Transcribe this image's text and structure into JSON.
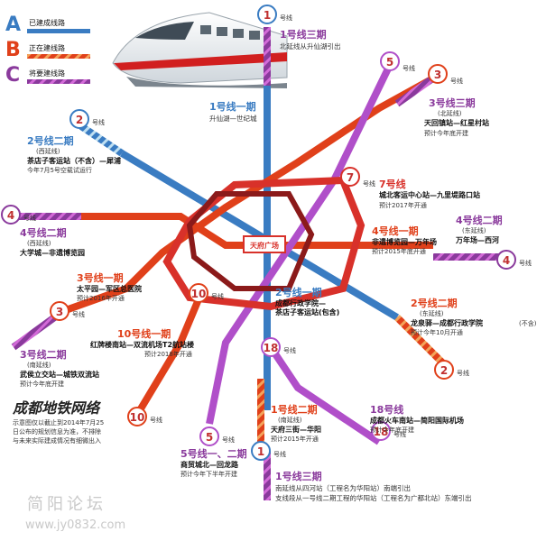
{
  "legend": [
    {
      "letter": "A",
      "label": "已建成线路",
      "color": "#3a7cc2"
    },
    {
      "letter": "B",
      "label": "正在建线路",
      "color": "#e0401a"
    },
    {
      "letter": "C",
      "label": "将要建线路",
      "color": "#8a3a9c"
    }
  ],
  "center": {
    "label": "天府广场"
  },
  "map_title": "成都地铁网络",
  "note": [
    "示意图仅以截止到2014年7月25",
    "日公布的规划信息为准，不排除",
    "与未来实际建成情况有细微出入"
  ],
  "suffix": "号线",
  "line_numbers": [
    "1",
    "1",
    "2",
    "2",
    "3",
    "3",
    "4",
    "4",
    "5",
    "5",
    "7",
    "10",
    "10",
    "18",
    "18"
  ],
  "boxes": {
    "l1_3_top": {
      "title": "1号线三期",
      "desc": "北延线从升仙湖引出"
    },
    "l1_1": {
      "title": "1号线一期",
      "desc": "升仙湖—世纪城"
    },
    "l3_3": {
      "title": "3号线三期",
      "sub": "(北延线)",
      "bold": "天回镇站—红星村站",
      "desc": "预计今年底开建"
    },
    "l2_2": {
      "title": "2号线二期",
      "sub": "(西延线)",
      "bold": "茶店子客运站（不含）—犀浦",
      "desc": "今年7月5号空载试运行"
    },
    "l7": {
      "title": "7号线",
      "bold": "城北客运中心站—九里堤路口站",
      "desc": "预计2017年开通"
    },
    "l4_2w": {
      "title": "4号线二期",
      "sub": "(西延线)",
      "bold": "大学城—非遗博览园"
    },
    "l4_1": {
      "title": "4号线一期",
      "bold": "非遗博览园—万年场",
      "desc": "预计2015年底开通"
    },
    "l4_2e": {
      "title": "4号线二期",
      "sub": "(东延线)",
      "bold": "万年场—西河"
    },
    "l3_1": {
      "title": "3号线一期",
      "bold": "太平园—军区总医院",
      "desc": "预计2016年开通"
    },
    "l2_1": {
      "title": "2号线一期",
      "bold": "成都行政学院—",
      "bold2": "茶店子客运站(包含)"
    },
    "l2_2e": {
      "title": "2号线二期",
      "sub": "(东延线)",
      "bold": "龙泉驿—成都行政学院",
      "bold_tail": "(不含)",
      "desc": "预计今年10月开通"
    },
    "l10_1": {
      "title": "10号线一期",
      "bold": "红牌楼南站—双流机场T2航站楼",
      "desc": "预计2018年开通"
    },
    "l3_2": {
      "title": "3号线二期",
      "sub": "(南延线)",
      "bold": "武侯立交站—城铁双流站",
      "desc": "预计今年底开建"
    },
    "l1_2": {
      "title": "1号线二期",
      "sub": "(南延线)",
      "bold": "天府三街—华阳",
      "desc": "预计2015年开通"
    },
    "l18": {
      "title": "18号线",
      "bold": "成都火车南站—简阳国际机场",
      "desc": "预计今年底开建"
    },
    "l5": {
      "title": "5号线一、二期",
      "bold": "商贸城北—回龙路",
      "desc": "预计今年下半年开建"
    },
    "l1_3_bottom": {
      "title": "1号线三期",
      "desc": "南延线从四河站（工程名为华阳站）南端引出",
      "desc2": "支线段从一号线二期工程的华阳站（工程名为广都北站）东端引出"
    }
  },
  "watermark": {
    "text": "简阳论坛",
    "url": "www.jy0832.com"
  }
}
